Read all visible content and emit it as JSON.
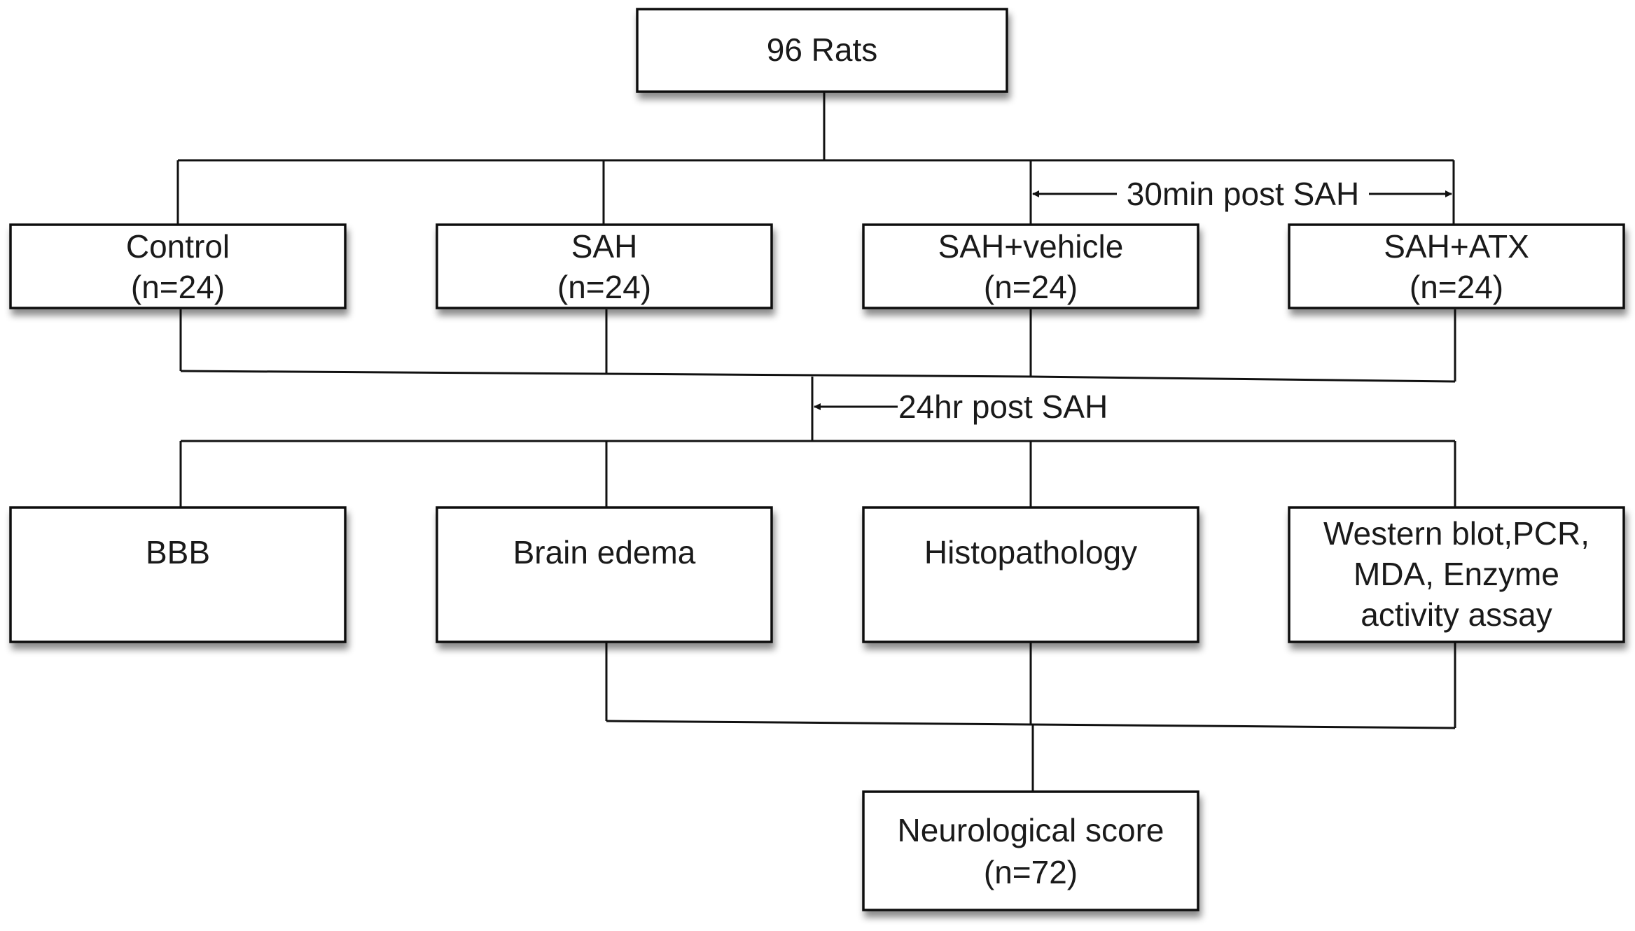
{
  "diagram": {
    "root": {
      "label": "96 Rats"
    },
    "groups": [
      {
        "name": "Control",
        "count": "(n=24)"
      },
      {
        "name": "SAH",
        "count": "(n=24)"
      },
      {
        "name": "SAH+vehicle",
        "count": "(n=24)"
      },
      {
        "name": "SAH+ATX",
        "count": "(n=24)"
      }
    ],
    "treatment_timing": "30min post SAH",
    "assessment_timing": "24hr post SAH",
    "assessments": [
      {
        "lines": [
          "BBB"
        ]
      },
      {
        "lines": [
          "Brain edema"
        ]
      },
      {
        "lines": [
          "Histopathology"
        ]
      },
      {
        "lines": [
          "Western blot,PCR,",
          "MDA, Enzyme",
          "activity assay"
        ]
      }
    ],
    "outcome": {
      "name": "Neurological score",
      "count": "(n=72)"
    }
  }
}
